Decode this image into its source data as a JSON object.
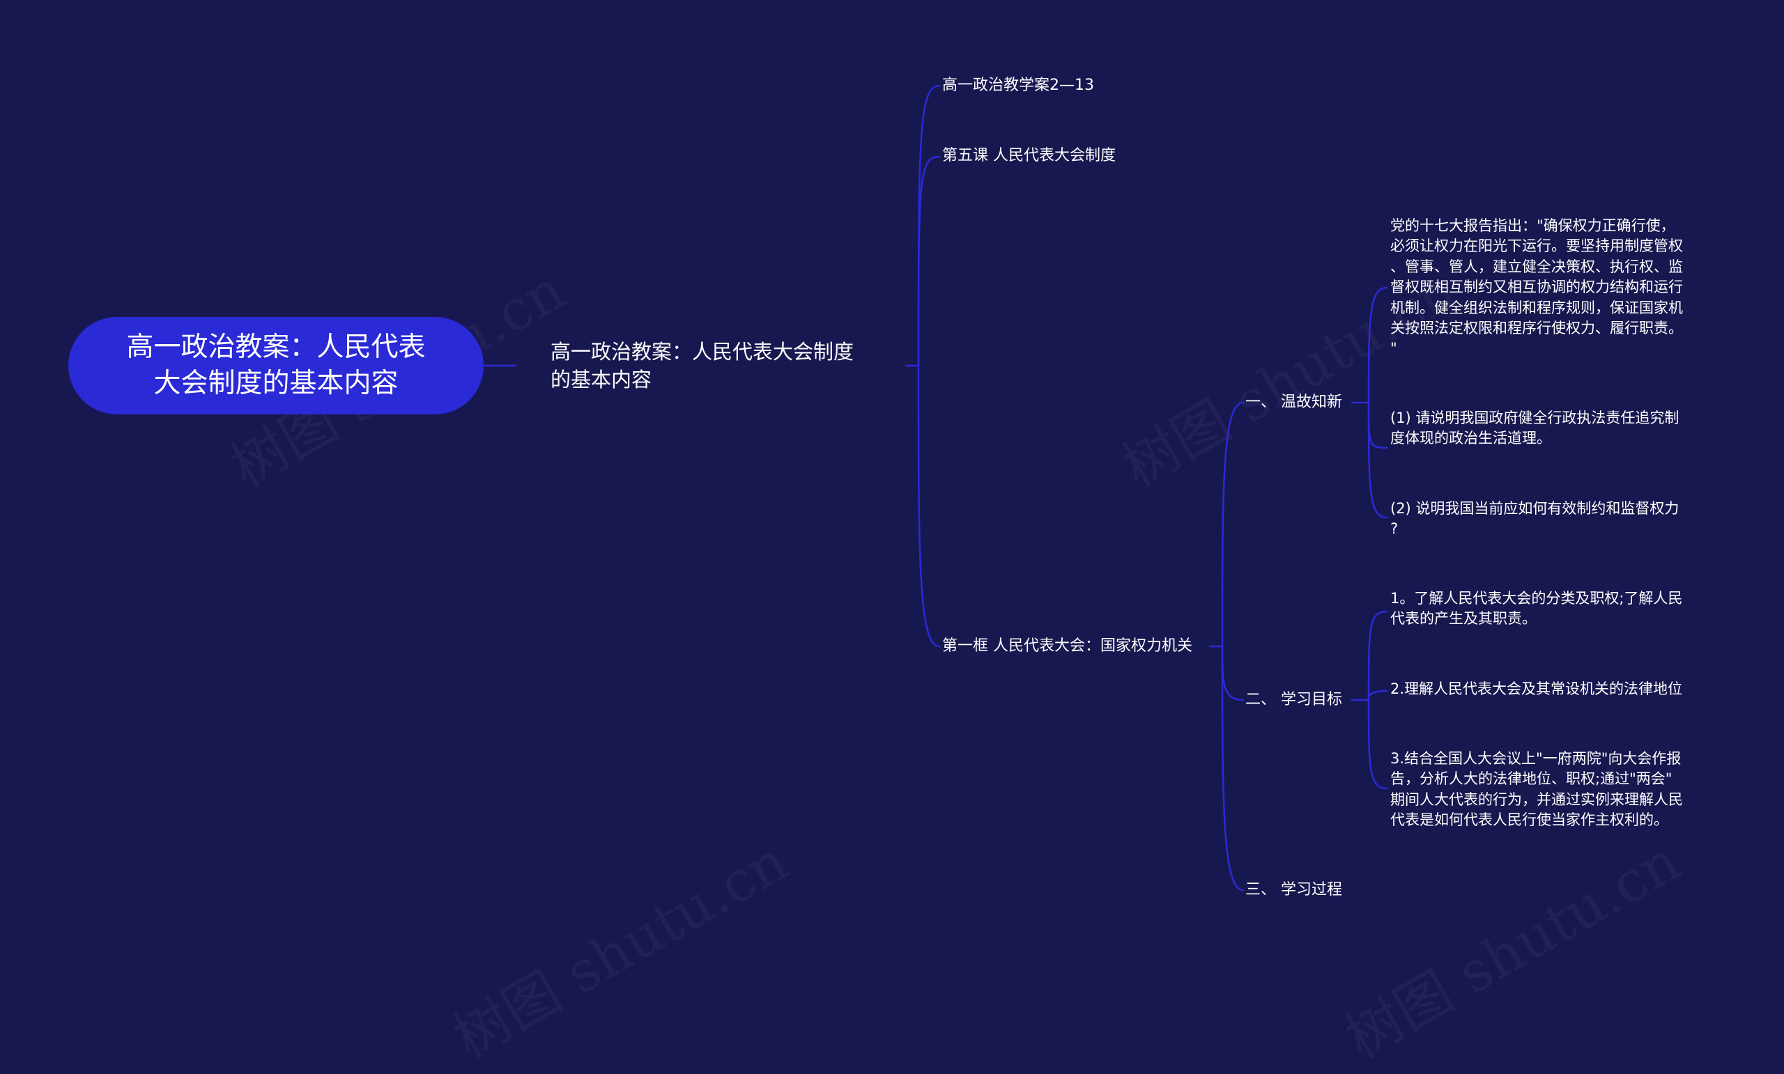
{
  "colors": {
    "background": "#181850",
    "root_fill": "#2a2ad6",
    "connector": "#2a2ad6",
    "text": "#ffffff"
  },
  "root": {
    "label": "高一政治教案：人民代表\n大会制度的基本内容"
  },
  "level1": {
    "label": "高一政治教案：人民代表大会制度\n的基本内容"
  },
  "level2": [
    {
      "label": "高一政治教学案2—13"
    },
    {
      "label": "第五课  人民代表大会制度"
    },
    {
      "label": "第一框  人民代表大会：国家权力机关"
    }
  ],
  "level3": [
    {
      "label": "一、  温故知新"
    },
    {
      "label": "二、  学习目标"
    },
    {
      "label": "三、  学习过程"
    }
  ],
  "review_leaves": [
    {
      "label": "党的十七大报告指出：\"确保权力正确行使，\n必须让权力在阳光下运行。要坚持用制度管权\n、管事、管人，建立健全决策权、执行权、监\n督权既相互制约又相互协调的权力结构和运行\n机制。健全组织法制和程序规则，保证国家机\n关按照法定权限和程序行使权力、履行职责。\n\""
    },
    {
      "label": "(1) 请说明我国政府健全行政执法责任追究制\n度体现的政治生活道理。"
    },
    {
      "label": "(2) 说明我国当前应如何有效制约和监督权力\n?"
    }
  ],
  "goal_leaves": [
    {
      "label": "1。了解人民代表大会的分类及职权;了解人民\n代表的产生及其职责。"
    },
    {
      "label": "2.理解人民代表大会及其常设机关的法律地位"
    },
    {
      "label": "3.结合全国人大会议上\"一府两院\"向大会作报\n告，分析人大的法律地位、职权;通过\"两会\"\n期间人大代表的行为，并通过实例来理解人民\n代表是如何代表人民行使当家作主权利的。"
    }
  ],
  "watermark": {
    "text": "树图 shutu.cn"
  }
}
